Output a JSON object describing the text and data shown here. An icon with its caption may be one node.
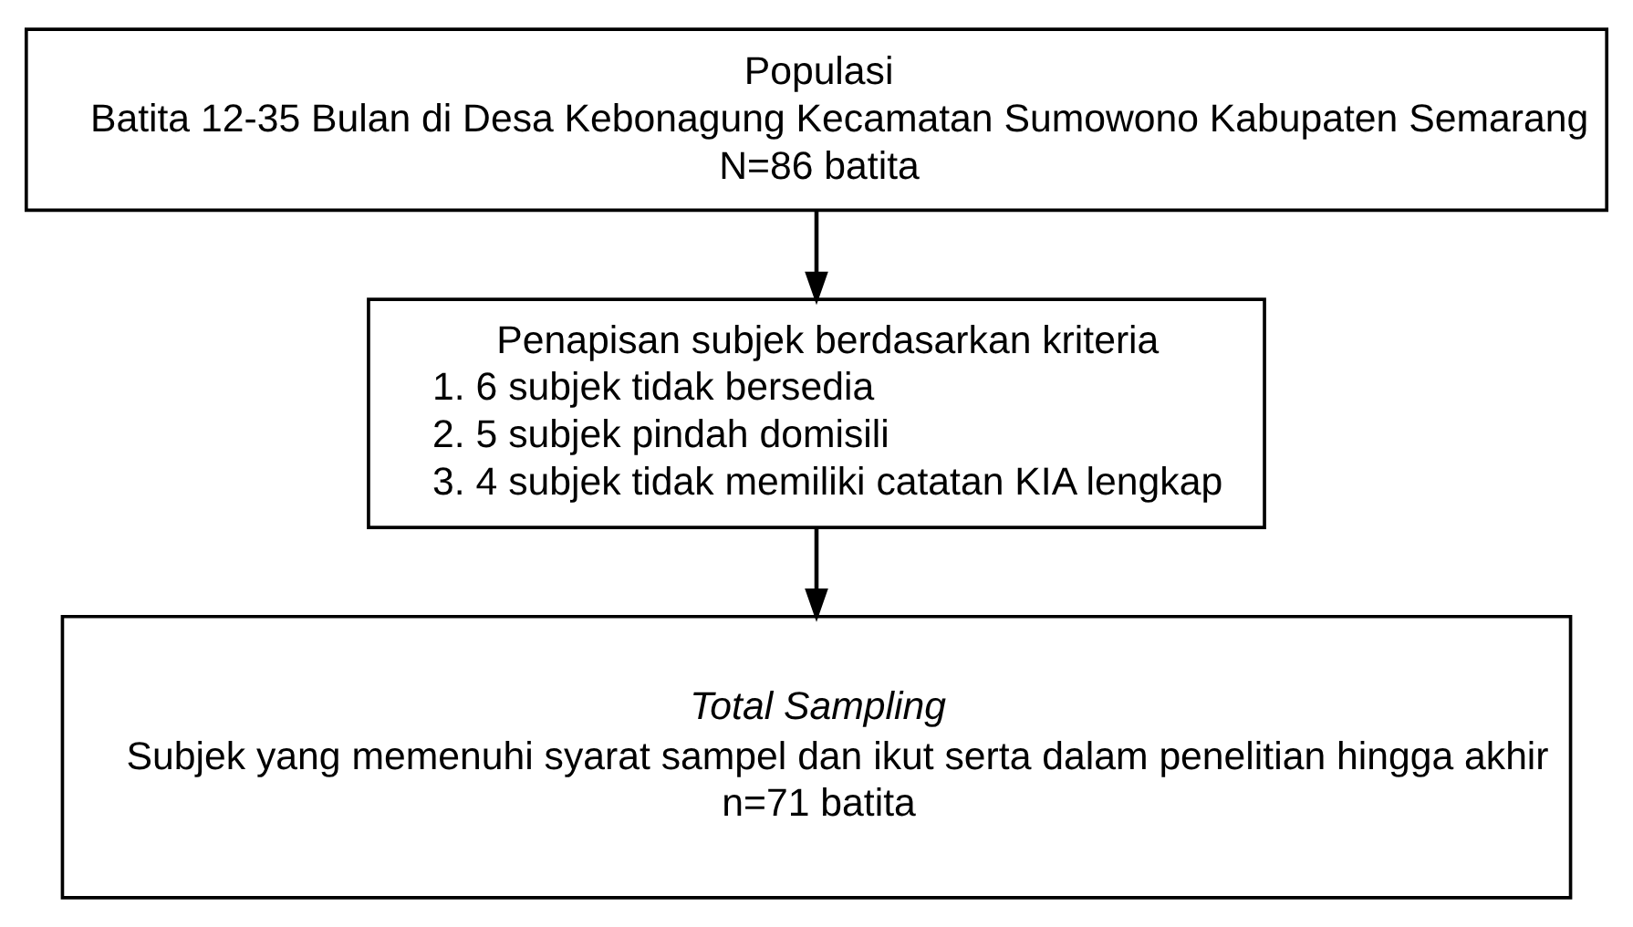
{
  "diagram": {
    "nodes": [
      {
        "text": [
          "Populasi",
          "Batita 12-35 Bulan di Desa Kebonagung Kecamatan Sumowono Kabupaten Semarang",
          "N=86 batita"
        ]
      },
      {
        "text": [
          "Penapisan subjek berdasarkan kriteria",
          "1. 6 subjek tidak bersedia",
          "2. 5 subjek pindah domisili",
          "3. 4 subjek tidak memiliki catatan KIA lengkap"
        ]
      },
      {
        "text": [
          "Total Sampling",
          "Subjek yang memenuhi syarat sampel dan ikut serta dalam penelitian hingga akhir",
          "n=71 batita"
        ]
      }
    ],
    "edges": [
      {
        "from": 0,
        "to": 1,
        "arrow": "to"
      },
      {
        "from": 1,
        "to": 2,
        "arrow": "to"
      }
    ]
  }
}
